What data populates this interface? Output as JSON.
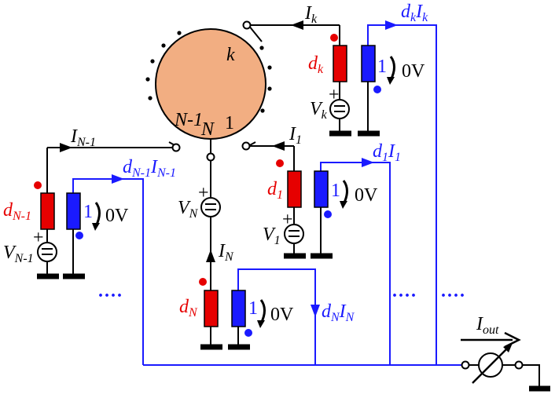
{
  "colors": {
    "wire_black": "#000000",
    "wire_blue": "#1a1aff",
    "resistor_red": "#e60000",
    "resistor_blue": "#1a1aff",
    "dot_red": "#e60000",
    "dot_blue": "#1a1aff",
    "node_fill": "#f2ae82"
  },
  "node": {
    "port_k": "k",
    "port_1": "1",
    "port_N": "N",
    "port_N1": "N-1"
  },
  "currents": {
    "k": {
      "main": "I",
      "sub": "k"
    },
    "one": {
      "main": "I",
      "sub": "1"
    },
    "N": {
      "main": "I",
      "sub": "N"
    },
    "N1": {
      "main": "I",
      "sub": "N-1"
    },
    "out": {
      "main": "I",
      "sub": "out"
    }
  },
  "gains": {
    "k": {
      "main": "d",
      "sub": "k"
    },
    "one": {
      "main": "d",
      "sub": "1"
    },
    "N": {
      "main": "d",
      "sub": "N"
    },
    "N1": {
      "main": "d",
      "sub": "N-1"
    }
  },
  "sources": {
    "k": {
      "main": "V",
      "sub": "k"
    },
    "one": {
      "main": "V",
      "sub": "1"
    },
    "N": {
      "main": "V",
      "sub": "N"
    },
    "N1": {
      "main": "V",
      "sub": "N-1"
    }
  },
  "blue_resistor_value": "1",
  "zero_volt": "0V",
  "plus_sign": "+",
  "ellipsis": "····"
}
